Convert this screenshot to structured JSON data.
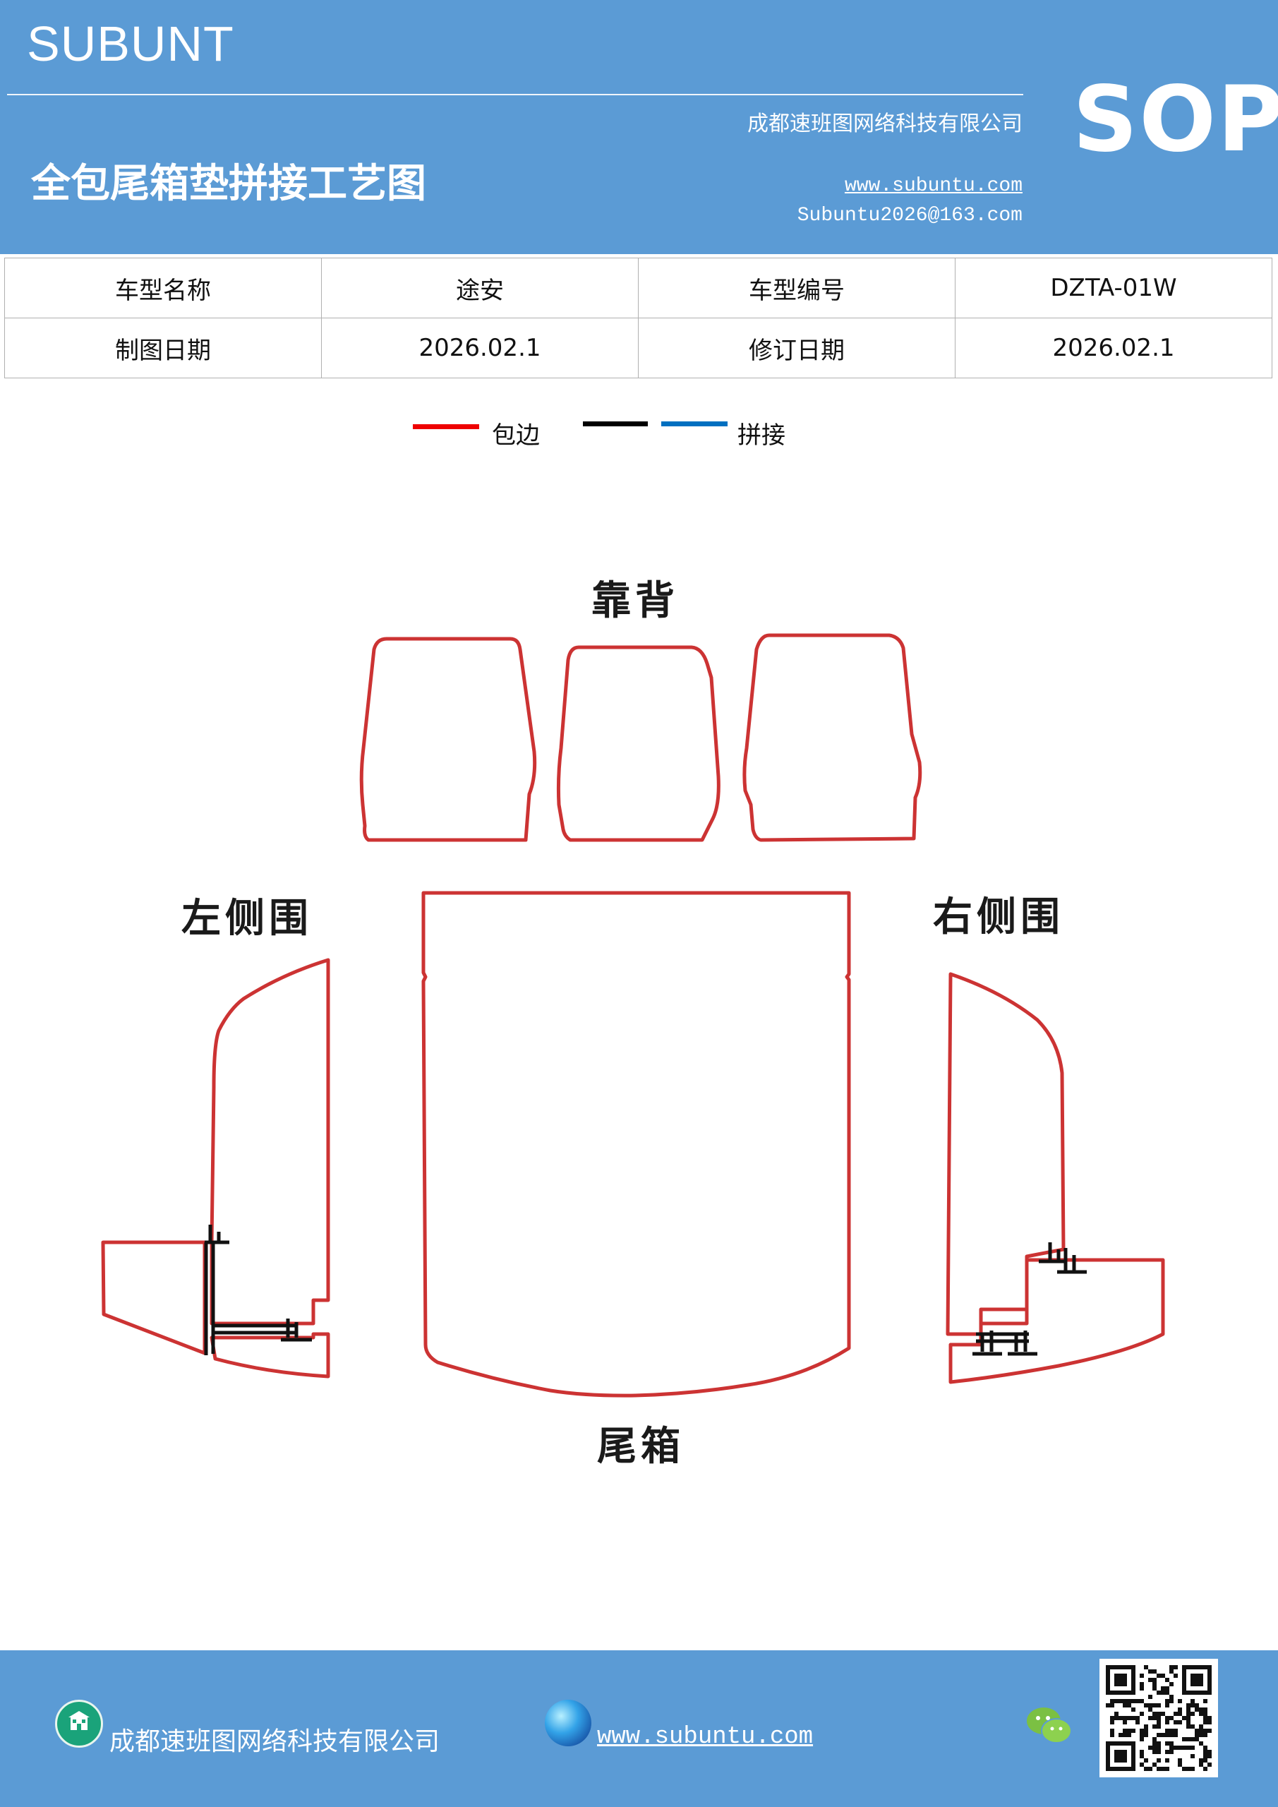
{
  "header": {
    "brand": "SUBUNT",
    "company": "成都速班图网络科技有限公司",
    "title": "全包尾箱垫拼接工艺图",
    "website": "www.subuntu.com",
    "email": "Subuntu2026@163.com",
    "badge": "SOP"
  },
  "info_table": {
    "rows": [
      [
        "车型名称",
        "途安",
        "车型编号",
        "DZTA-01W"
      ],
      [
        "制图日期",
        "2026.02.1",
        "修订日期",
        "2026.02.1"
      ]
    ]
  },
  "legend": {
    "items": [
      {
        "label": "包边",
        "color": "#ee0000"
      },
      {
        "label": "",
        "color": "#000000"
      },
      {
        "label": "拼接",
        "color": "#0070c0"
      }
    ]
  },
  "diagram": {
    "labels": {
      "backrest": "靠背",
      "left_side": "左侧围",
      "right_side": "右侧围",
      "trunk": "尾箱"
    },
    "outline_color": "#cc3333",
    "seam_color": "#111111"
  },
  "footer": {
    "company": "成都速班图网络科技有限公司",
    "website": "www.subuntu.com",
    "icons": [
      "company-icon",
      "globe-icon",
      "wechat-icon",
      "qr-code"
    ]
  }
}
